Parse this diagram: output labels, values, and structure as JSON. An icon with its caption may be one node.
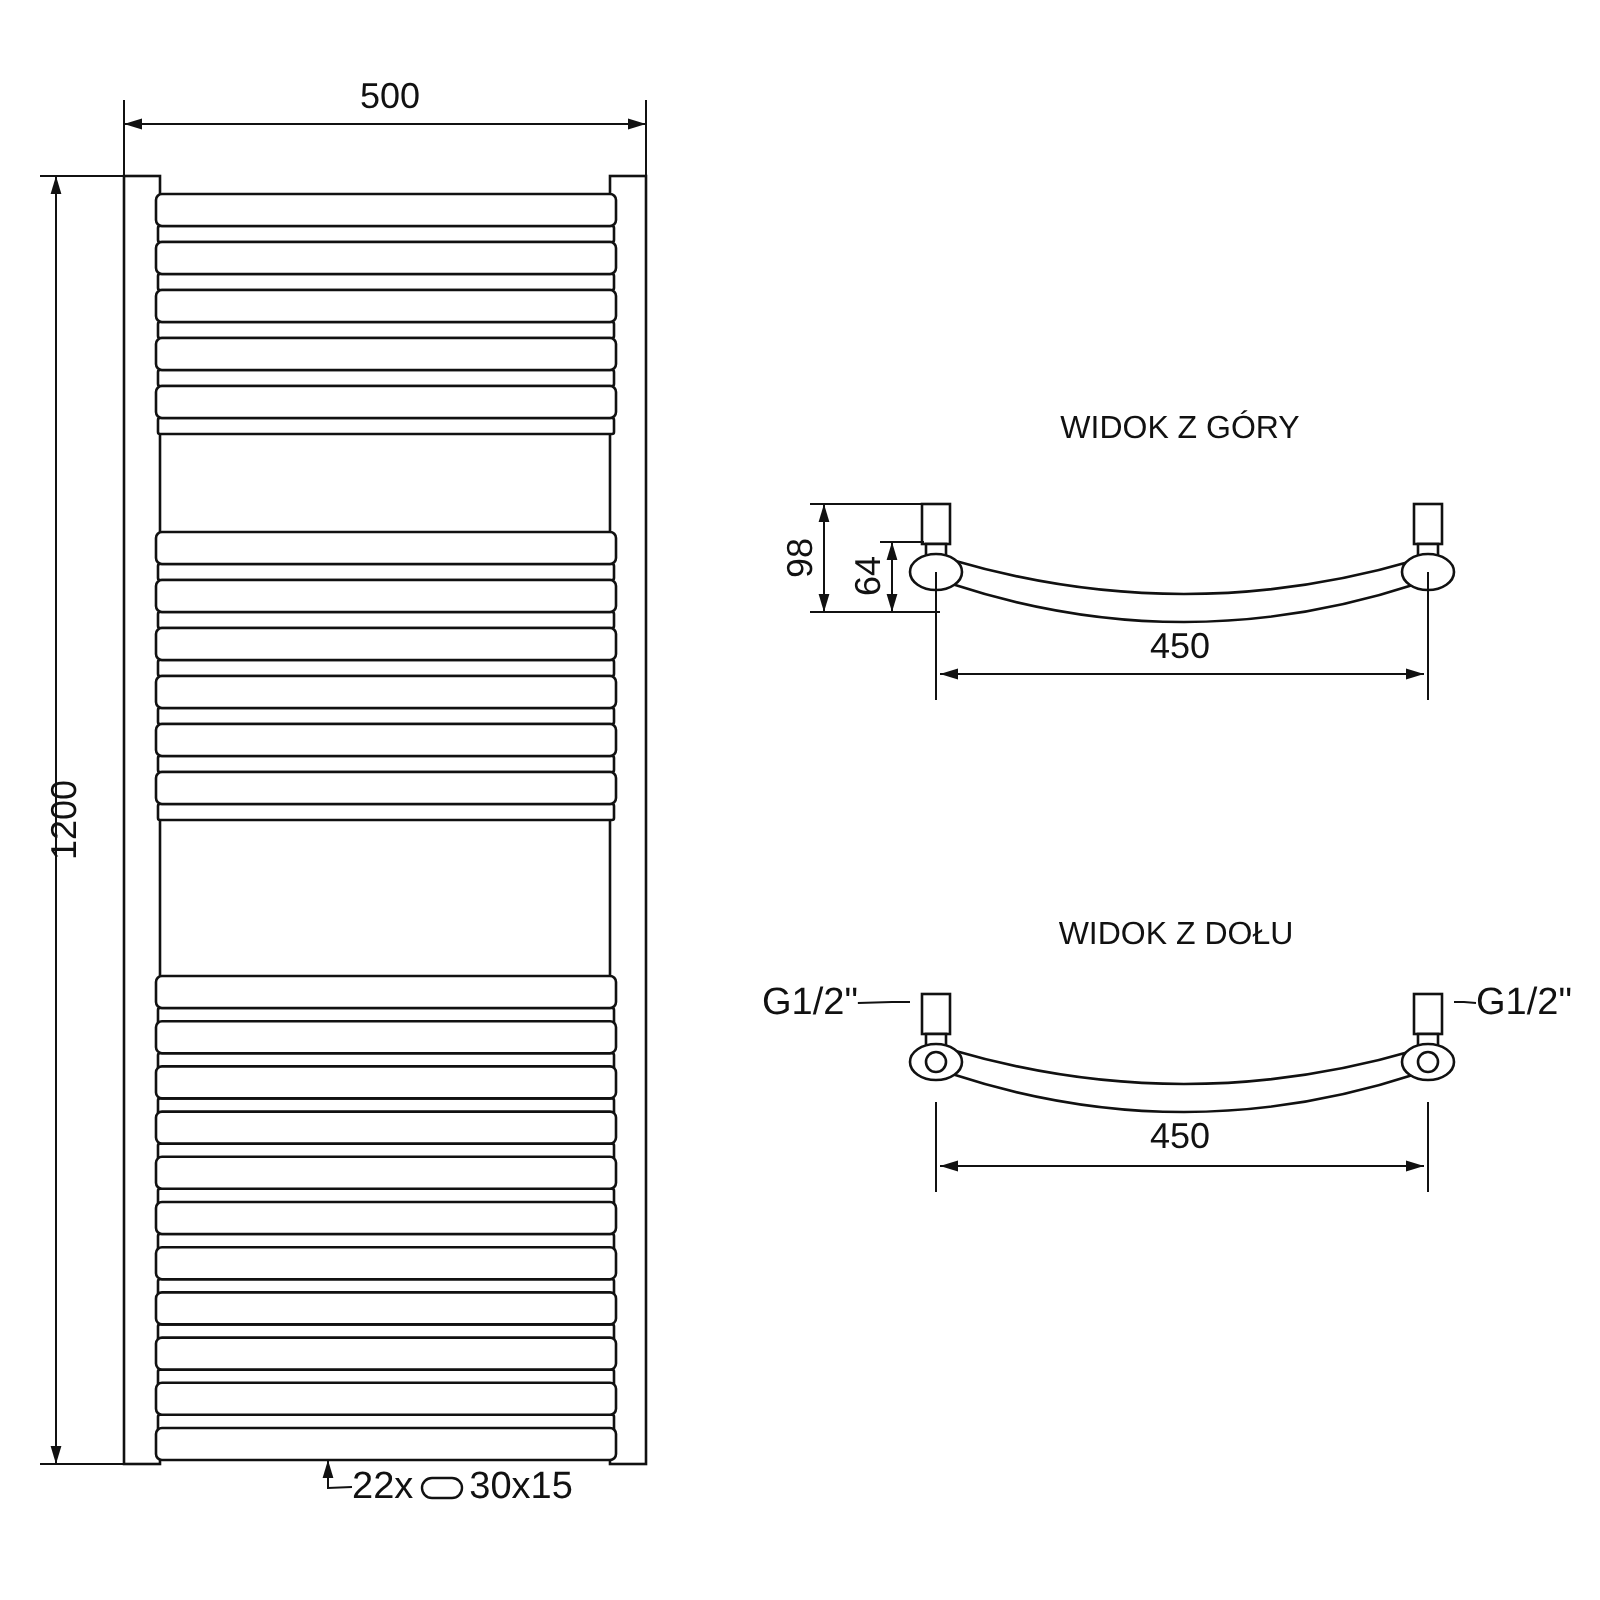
{
  "diagram": {
    "nodes": [
      {
        "text": [
          "22x",
          "30x15"
        ]
      },
      {
        "text": [],
        "shape": "bar"
      },
      {
        "text": [
          "G1/2\""
        ]
      },
      {
        "text": [],
        "shape": "box"
      },
      {
        "text": [
          "G1/2\""
        ]
      },
      {
        "text": [],
        "shape": "box"
      }
    ],
    "edges": [
      {
        "from": 0,
        "to": 1,
        "arrow": "to"
      },
      {
        "from": 2,
        "to": 3,
        "arrow": "none"
      },
      {
        "from": 4,
        "to": 5,
        "arrow": "none"
      }
    ],
    "labels": [
      "500",
      "1200",
      "WIDOK Z GÓRY",
      "98",
      "64",
      "450",
      "WIDOK Z DOŁU",
      "450"
    ]
  }
}
